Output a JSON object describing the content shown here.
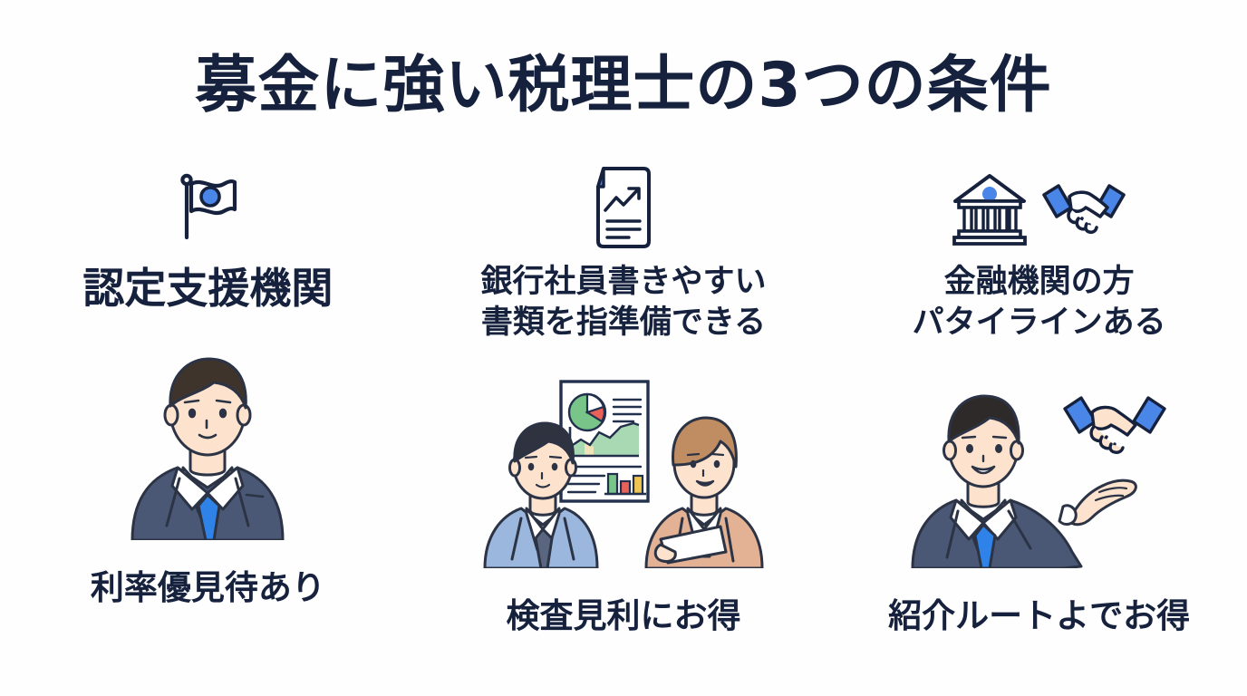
{
  "title": "募金に強い税理士の3つの条件",
  "colors": {
    "background": "#fefefe",
    "ink": "#16223d",
    "accent_blue": "#4a86e8",
    "accent_blue_dark": "#3b74d6",
    "suit_navy": "#4a5875",
    "suit_lightblue": "#9bb7dd",
    "blazer_tan": "#e3b295",
    "skin": "#fde3cd",
    "hair_dark": "#2f2a2a",
    "hair_light": "#c08c62",
    "chart_green": "#79c489",
    "chart_red": "#e8625a",
    "chart_yellow": "#efc552"
  },
  "columns": [
    {
      "id": "nintei-shien-kikan",
      "icon": {
        "name": "flag-icon",
        "label": "flag-icon"
      },
      "heading_lines": [
        "認定支援機関"
      ],
      "heading_size": "big",
      "illustration": {
        "name": "businessman-navy-suit-illustration",
        "label": "businessman-navy-suit"
      },
      "caption": "利率優見待あり"
    },
    {
      "id": "ginko-shain",
      "icon": {
        "name": "document-chart-icon",
        "label": "document-chart-icon"
      },
      "heading_lines": [
        "銀行社員書きやすい",
        "書類を指準備できる"
      ],
      "heading_size": "small",
      "illustration": {
        "name": "two-people-with-report-illustration",
        "label": "two-people-with-report"
      },
      "caption": "検査見利にお得"
    },
    {
      "id": "kinyu-kikan",
      "icon": {
        "name": "bank-handshake-icon",
        "label": "bank-handshake-icon"
      },
      "heading_lines": [
        "金融機関の方",
        "パタイラインある"
      ],
      "heading_size": "small",
      "illustration": {
        "name": "businessman-presenting-handshake-illustration",
        "label": "businessman-presenting-handshake"
      },
      "caption": "紹介ルートよでお得"
    }
  ]
}
